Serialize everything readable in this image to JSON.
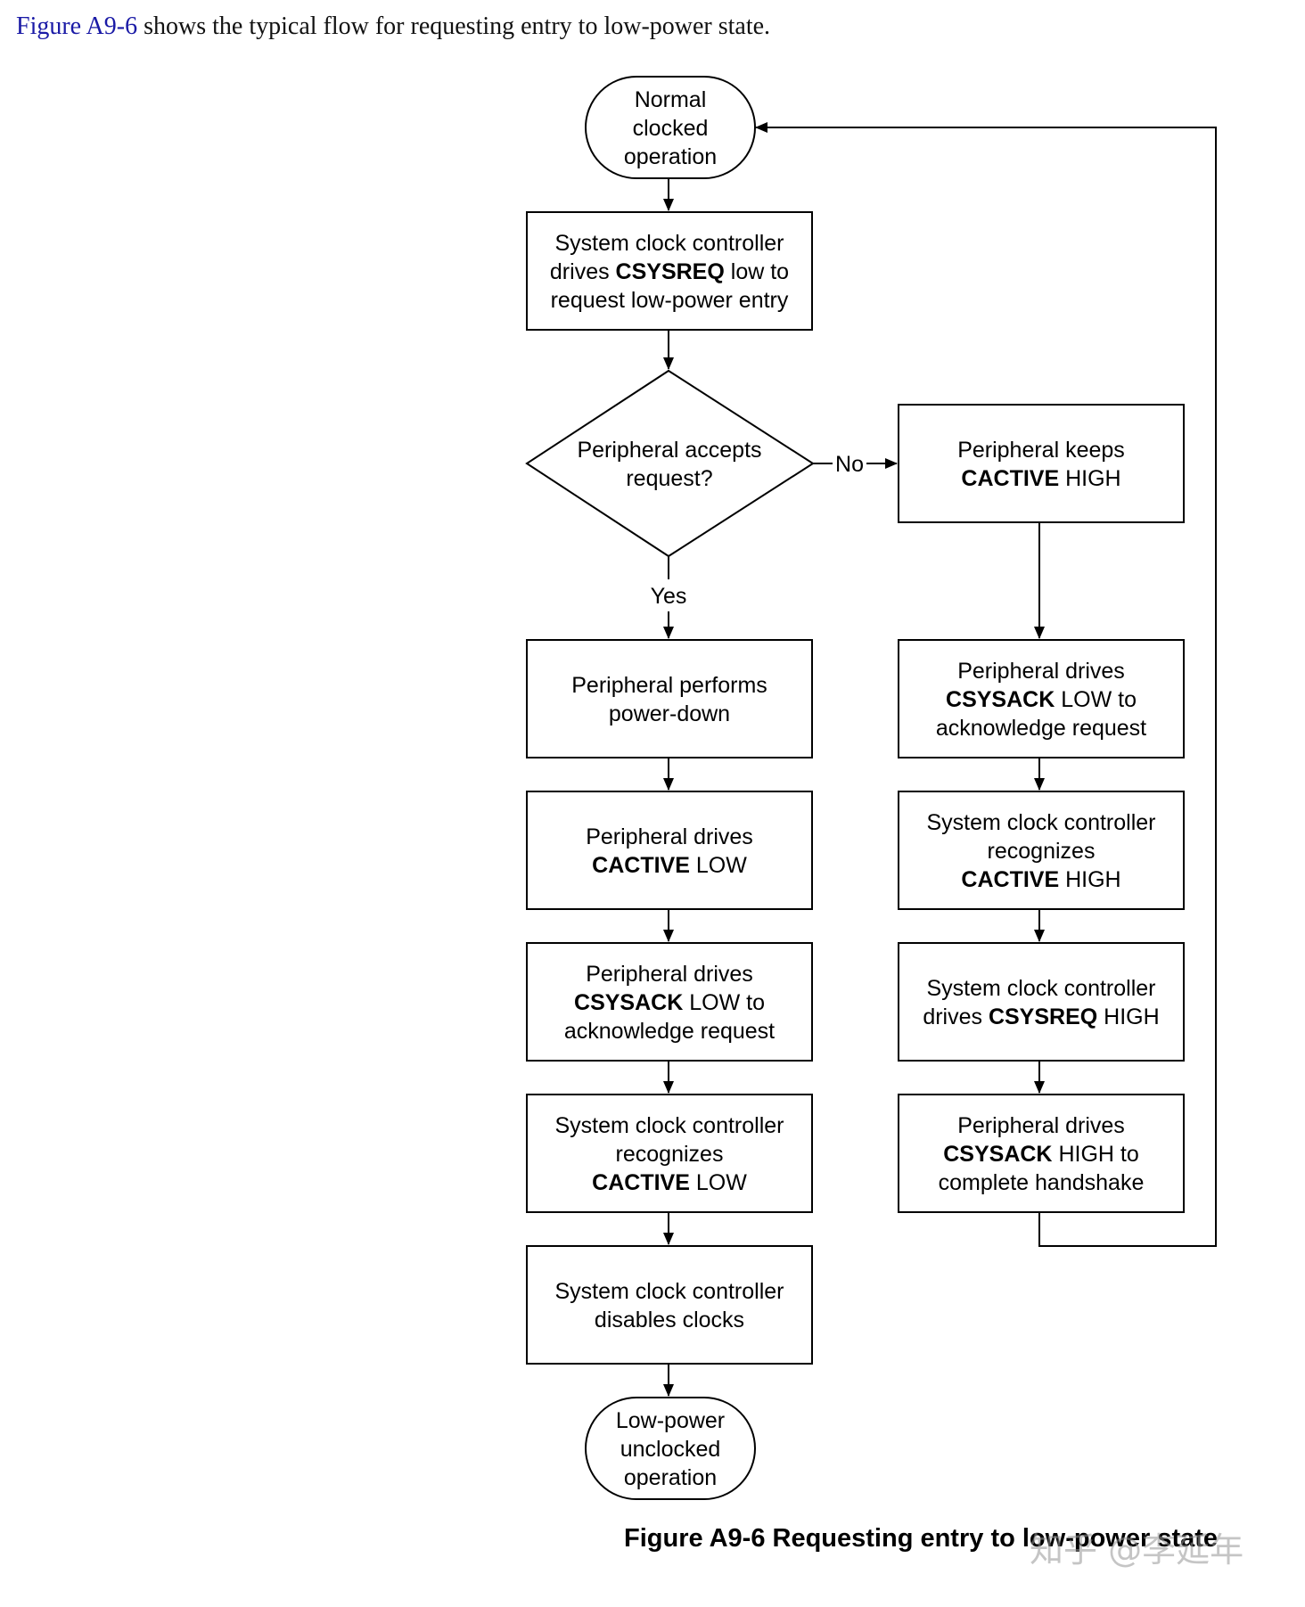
{
  "intro": {
    "xref": "Figure A9-6",
    "text": " shows the typical flow for requesting entry to low-power state."
  },
  "nodes": {
    "start": [
      [
        {
          "t": "Normal"
        }
      ],
      [
        {
          "t": "clocked"
        }
      ],
      [
        {
          "t": "operation"
        }
      ]
    ],
    "step_request": [
      [
        {
          "t": "System clock controller"
        }
      ],
      [
        {
          "t": "drives "
        },
        {
          "t": "CSYSREQ",
          "b": true
        },
        {
          "t": " low to"
        }
      ],
      [
        {
          "t": "request low-power entry"
        }
      ]
    ],
    "decision": [
      [
        {
          "t": "Peripheral accepts"
        }
      ],
      [
        {
          "t": "request?"
        }
      ]
    ],
    "yes_powerdown": [
      [
        {
          "t": "Peripheral performs"
        }
      ],
      [
        {
          "t": "power-down"
        }
      ]
    ],
    "yes_cactive_low": [
      [
        {
          "t": "Peripheral drives"
        }
      ],
      [
        {
          "t": "CACTIVE",
          "b": true
        },
        {
          "t": " LOW"
        }
      ]
    ],
    "yes_csysack_low": [
      [
        {
          "t": "Peripheral drives"
        }
      ],
      [
        {
          "t": "CSYSACK",
          "b": true
        },
        {
          "t": " LOW to"
        }
      ],
      [
        {
          "t": "acknowledge request"
        }
      ]
    ],
    "yes_recognizes_low": [
      [
        {
          "t": "System clock controller"
        }
      ],
      [
        {
          "t": "recognizes"
        }
      ],
      [
        {
          "t": "CACTIVE",
          "b": true
        },
        {
          "t": " LOW"
        }
      ]
    ],
    "yes_disable_clocks": [
      [
        {
          "t": "System clock controller"
        }
      ],
      [
        {
          "t": "disables clocks"
        }
      ]
    ],
    "end": [
      [
        {
          "t": "Low-power"
        }
      ],
      [
        {
          "t": "unclocked"
        }
      ],
      [
        {
          "t": "operation"
        }
      ]
    ],
    "no_keeps_high": [
      [
        {
          "t": "Peripheral keeps"
        }
      ],
      [
        {
          "t": "CACTIVE",
          "b": true
        },
        {
          "t": " HIGH"
        }
      ]
    ],
    "no_csysack_low": [
      [
        {
          "t": "Peripheral drives"
        }
      ],
      [
        {
          "t": "CSYSACK",
          "b": true
        },
        {
          "t": " LOW to"
        }
      ],
      [
        {
          "t": "acknowledge request"
        }
      ]
    ],
    "no_recognizes_high": [
      [
        {
          "t": "System clock controller"
        }
      ],
      [
        {
          "t": "recognizes"
        }
      ],
      [
        {
          "t": "CACTIVE",
          "b": true
        },
        {
          "t": " HIGH"
        }
      ]
    ],
    "no_csysreq_high": [
      [
        {
          "t": "System clock controller"
        }
      ],
      [
        {
          "t": "drives "
        },
        {
          "t": "CSYSREQ",
          "b": true
        },
        {
          "t": " HIGH"
        }
      ]
    ],
    "no_csysack_high": [
      [
        {
          "t": "Peripheral drives"
        }
      ],
      [
        {
          "t": "CSYSACK",
          "b": true
        },
        {
          "t": " HIGH to"
        }
      ],
      [
        {
          "t": "complete handshake"
        }
      ]
    ]
  },
  "labels": {
    "yes": "Yes",
    "no": "No"
  },
  "caption": "Figure A9-6 Requesting entry to low-power state",
  "watermark": "知乎 @李延年"
}
